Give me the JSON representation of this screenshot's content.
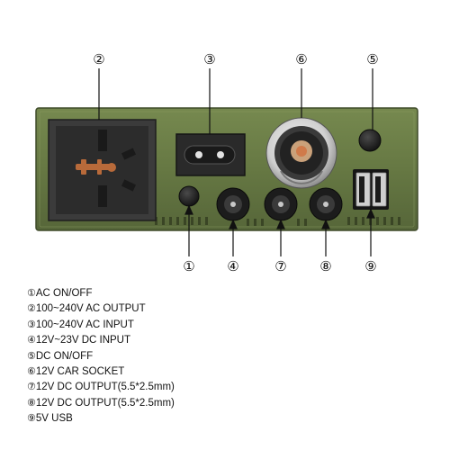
{
  "colors": {
    "panel": "#6a7c47",
    "panel_edge": "#3e4a29",
    "socket_body": "#3b3b3b",
    "socket_face": "#2a2a2a",
    "ac_pins": "#b86a3a",
    "cable_socket_ring": "#d8d8d8",
    "usb_metal": "#cfcfcf",
    "leader_line": "#111111"
  },
  "diagram": {
    "callouts": [
      {
        "id": "ac_output_socket",
        "mark": "②",
        "icon": "universal-ac-outlet"
      },
      {
        "id": "ac_input_socket",
        "mark": "③",
        "icon": "iec-c8-inlet"
      },
      {
        "id": "car_socket",
        "mark": "⑥",
        "icon": "cigarette-lighter-socket"
      },
      {
        "id": "dc_switch",
        "mark": "⑤",
        "icon": "round-switch"
      },
      {
        "id": "ac_switch",
        "mark": "①",
        "icon": "round-switch"
      },
      {
        "id": "dc_input_jack",
        "mark": "④",
        "icon": "barrel-jack"
      },
      {
        "id": "dc_output_jack_1",
        "mark": "⑦",
        "icon": "barrel-jack"
      },
      {
        "id": "dc_output_jack_2",
        "mark": "⑧",
        "icon": "barrel-jack"
      },
      {
        "id": "usb_ports",
        "mark": "⑨",
        "icon": "dual-usb-port"
      }
    ]
  },
  "legend": [
    {
      "mark": "①",
      "text": "AC ON/OFF"
    },
    {
      "mark": "②",
      "text": "100~240V AC OUTPUT"
    },
    {
      "mark": "③",
      "text": "100~240V AC INPUT"
    },
    {
      "mark": "④",
      "text": "12V~23V DC INPUT"
    },
    {
      "mark": "⑤",
      "text": "DC ON/OFF"
    },
    {
      "mark": "⑥",
      "text": "12V CAR SOCKET"
    },
    {
      "mark": "⑦",
      "text": "12V DC OUTPUT(5.5*2.5mm)"
    },
    {
      "mark": "⑧",
      "text": "12V DC OUTPUT(5.5*2.5mm)"
    },
    {
      "mark": "⑨",
      "text": "5V USB"
    }
  ]
}
